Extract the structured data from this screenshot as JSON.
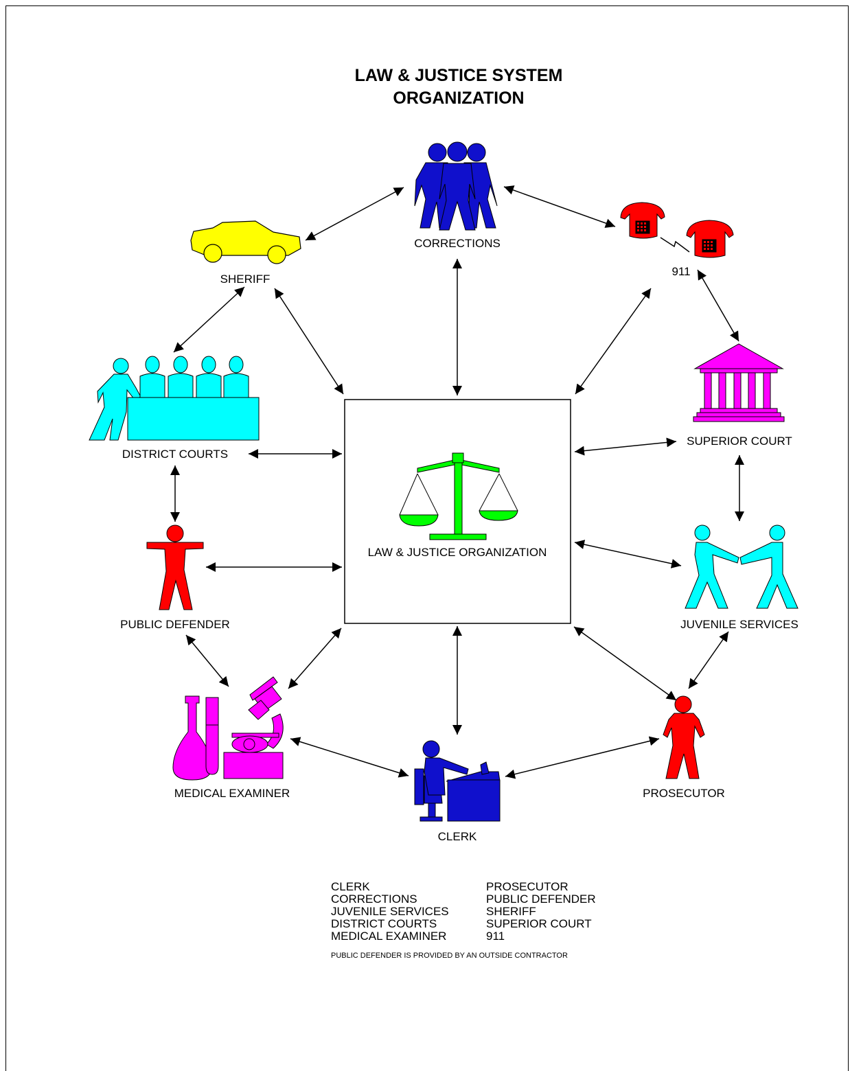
{
  "title": {
    "line1": "LAW & JUSTICE SYSTEM",
    "line2": "ORGANIZATION"
  },
  "center": {
    "label": "LAW & JUSTICE ORGANIZATION",
    "icon": "scales-of-justice-icon"
  },
  "nodes": {
    "corrections": {
      "label": "CORRECTIONS",
      "icon": "group-of-people-icon",
      "color": "#1010cc"
    },
    "sheriff": {
      "label": "SHERIFF",
      "icon": "car-icon",
      "color": "#ffff00"
    },
    "nine_one_one": {
      "label": "911",
      "icon": "telephones-icon",
      "color": "#ff0000"
    },
    "district_courts": {
      "label": "DISTRICT COURTS",
      "icon": "jury-bench-icon",
      "color": "#00ffff"
    },
    "superior_court": {
      "label": "SUPERIOR COURT",
      "icon": "courthouse-icon",
      "color": "#ff00ff"
    },
    "public_defender": {
      "label": "PUBLIC DEFENDER",
      "icon": "person-icon",
      "color": "#ff0000"
    },
    "juvenile_services": {
      "label": "JUVENILE SERVICES",
      "icon": "two-people-icon",
      "color": "#00ffff"
    },
    "medical_examiner": {
      "label": "MEDICAL EXAMINER",
      "icon": "lab-microscope-icon",
      "color": "#ff00ff"
    },
    "clerk": {
      "label": "CLERK",
      "icon": "clerk-at-desk-icon",
      "color": "#1010cc"
    },
    "prosecutor": {
      "label": "PROSECUTOR",
      "icon": "person-icon",
      "color": "#ff0000"
    }
  },
  "legend": {
    "left": [
      "CLERK",
      "CORRECTIONS",
      "JUVENILE SERVICES",
      "DISTRICT COURTS",
      "MEDICAL EXAMINER"
    ],
    "right": [
      "PROSECUTOR",
      "PUBLIC DEFENDER",
      "SHERIFF",
      "SUPERIOR COURT",
      "911"
    ]
  },
  "footnote": "PUBLIC DEFENDER IS PROVIDED BY AN OUTSIDE CONTRACTOR"
}
